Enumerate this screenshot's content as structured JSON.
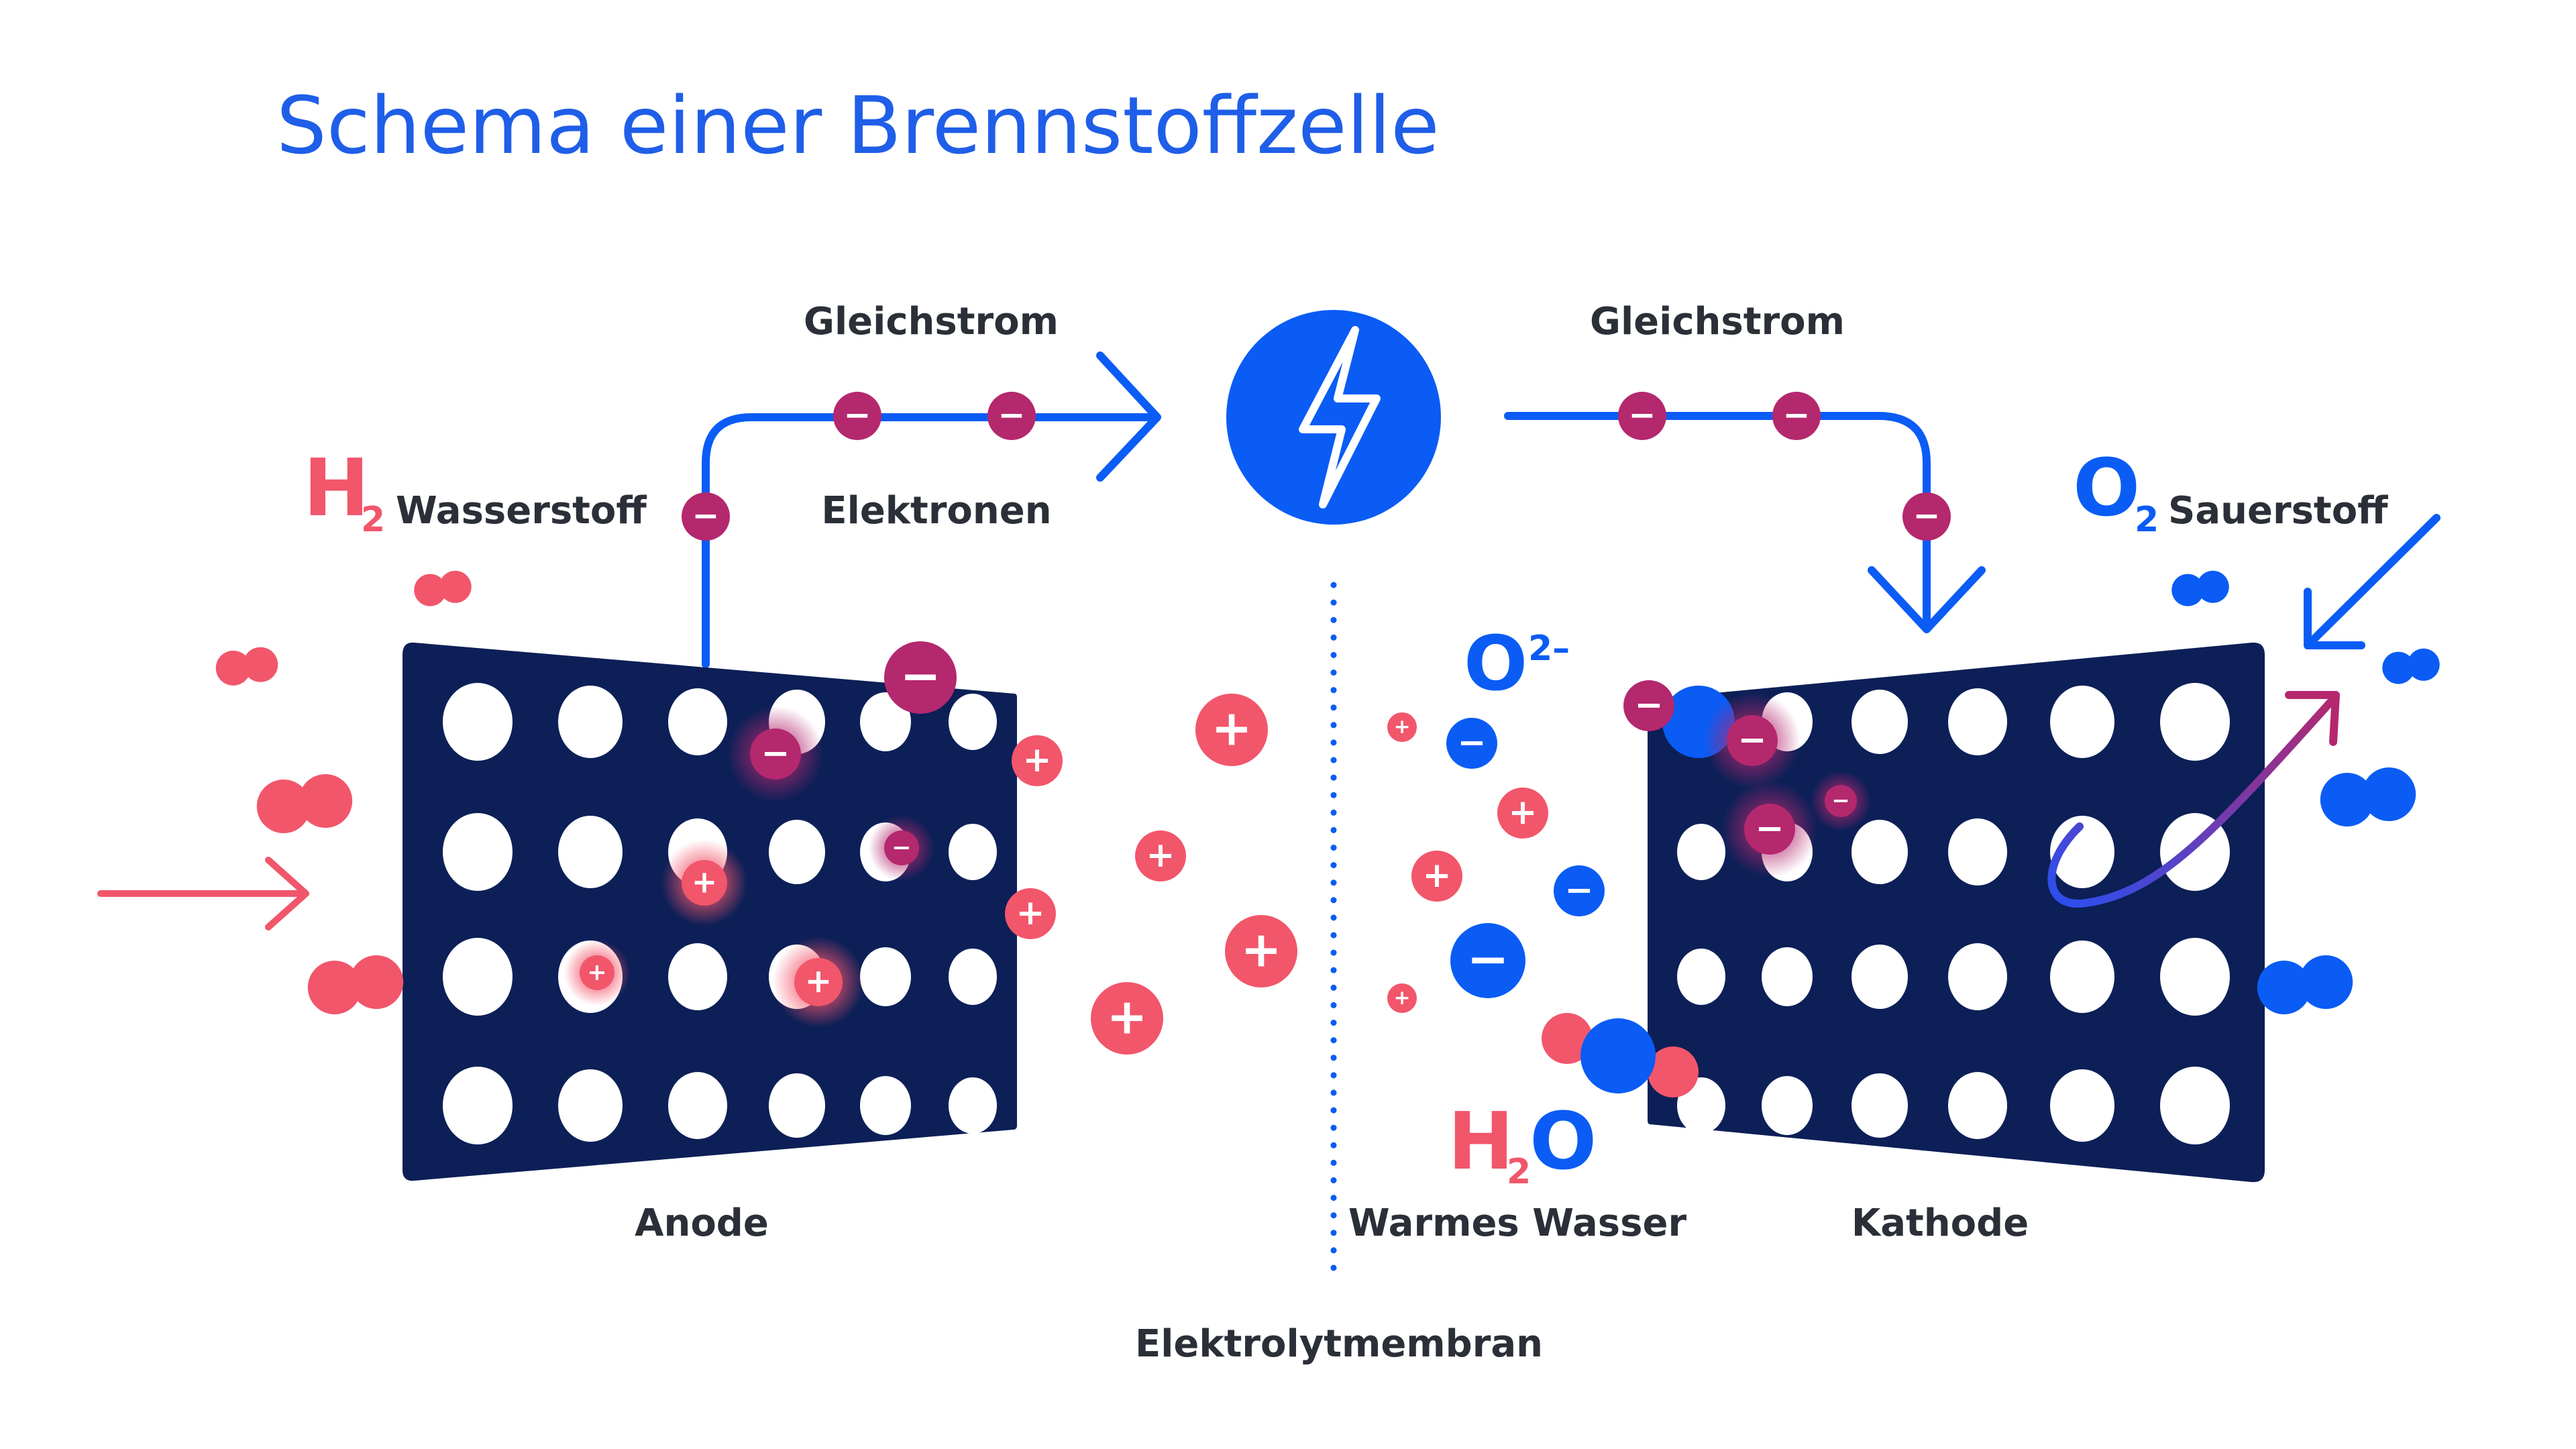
{
  "title": "Schema einer Brennstoffzelle",
  "labels": {
    "dc_left": "Gleichstrom",
    "dc_right": "Gleichstrom",
    "electrons": "Elektronen",
    "hydrogen_formula_main": "H",
    "hydrogen_formula_sub": "2",
    "hydrogen_name": "Wasserstoff",
    "oxygen_formula_main": "O",
    "oxygen_formula_sub": "2",
    "oxygen_name": "Sauerstoff",
    "oxide_ion_main": "O",
    "oxide_ion_charge": "2–",
    "water_h": "H",
    "water_sub": "2",
    "water_o": "O",
    "warm_water": "Warmes Wasser",
    "anode": "Anode",
    "cathode": "Kathode",
    "membrane": "Elektrolytmembran"
  },
  "symbols": {
    "plus": "+",
    "minus": "−"
  },
  "colors": {
    "title_blue": "#1f5ee8",
    "accent_blue": "#0a5cf5",
    "hydrogen_red": "#f2566b",
    "electron_purple": "#b4286e",
    "electrode_navy": "#0c1f57",
    "text_dark": "#2b2f38"
  },
  "icons": [
    "lightning-bolt-icon",
    "arrow-right-icon",
    "arrow-down-icon",
    "arrow-diagonal-icon"
  ]
}
